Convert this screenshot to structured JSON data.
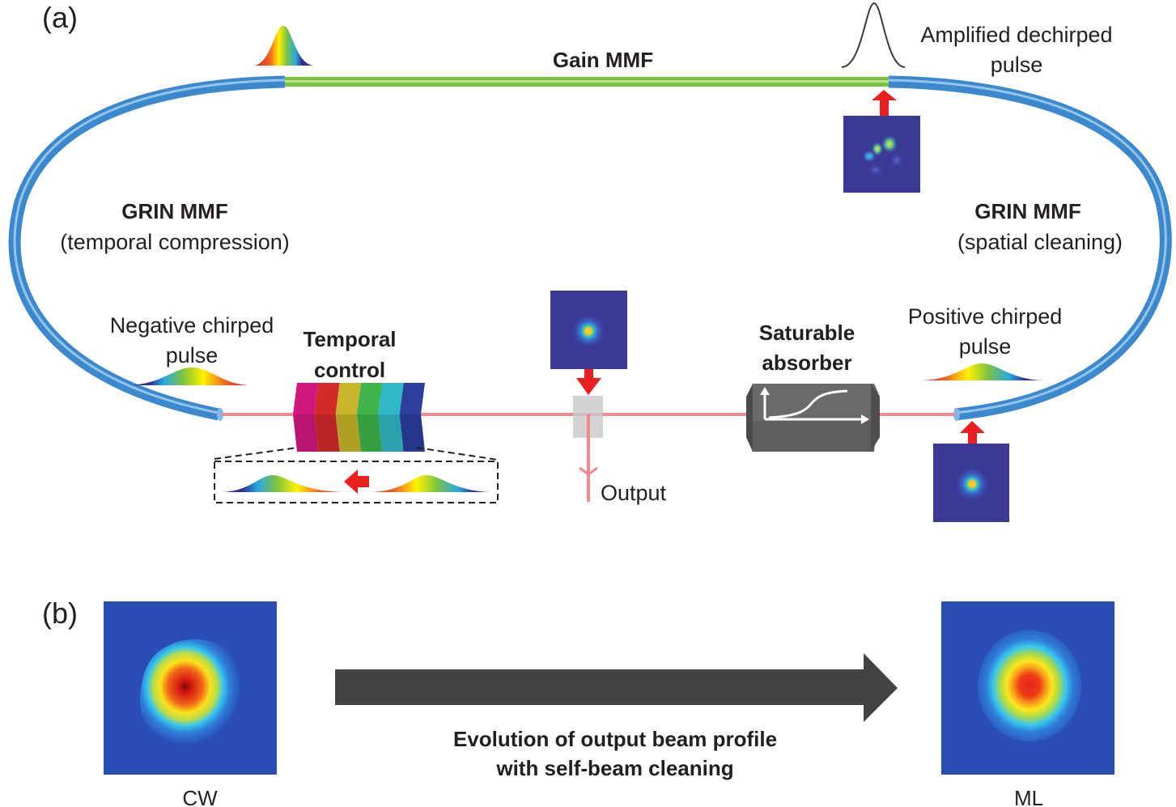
{
  "panel_a": {
    "label": "(a)",
    "gain_fiber": {
      "label": "Gain MMF",
      "color": "#7dc242"
    },
    "grin_left": {
      "title": "GRIN MMF",
      "subtitle": "(temporal compression)",
      "color": "#4a9ad8"
    },
    "grin_right": {
      "title": "GRIN MMF",
      "subtitle": "(spatial cleaning)",
      "color": "#4a9ad8"
    },
    "amplified_pulse": {
      "line1": "Amplified dechirped",
      "line2": "pulse"
    },
    "negative_pulse": {
      "line1": "Negative chirped",
      "line2": "pulse"
    },
    "positive_pulse": {
      "line1": "Positive chirped",
      "line2": "pulse"
    },
    "temporal_control": {
      "line1": "Temporal",
      "line2": "control",
      "segment_colors": [
        "#d4177f",
        "#d42a2a",
        "#c8b52a",
        "#3db54a",
        "#2fb9c6",
        "#2c3f9c"
      ]
    },
    "saturable_absorber": {
      "line1": "Saturable",
      "line2": "absorber",
      "color": "#5a5a5a"
    },
    "output": {
      "label": "Output"
    },
    "beam_color": "#f08a92",
    "arrow_color": "#e8201f",
    "mode_bg_color": "#3a3a96"
  },
  "panel_b": {
    "label": "(b)",
    "left_profile": {
      "label": "CW"
    },
    "right_profile": {
      "label": "ML"
    },
    "caption_line1": "Evolution of output beam profile",
    "caption_line2": "with self-beam cleaning",
    "arrow_color": "#434343"
  }
}
